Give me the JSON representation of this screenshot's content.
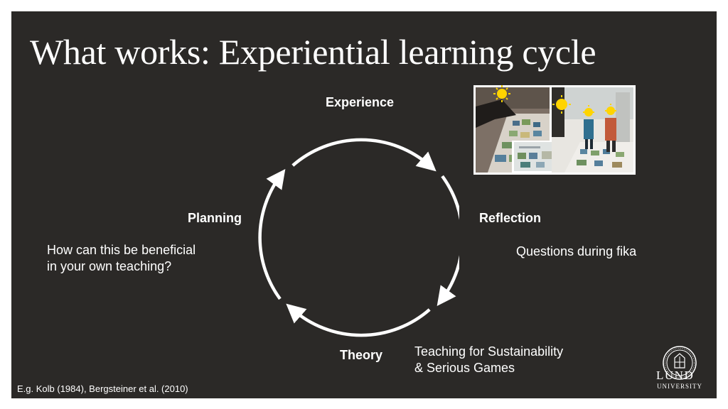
{
  "title": "What works: Experiential learning cycle",
  "cycle": {
    "experience": "Experience",
    "reflection": "Reflection",
    "theory": "Theory",
    "planning": "Planning"
  },
  "notes": {
    "planning_line1": "How can this be beneficial",
    "planning_line2": "in your own teaching?",
    "reflection": "Questions during fika",
    "theory_line1": "Teaching for Sustainability",
    "theory_line2": "& Serious Games"
  },
  "citation": "E.g. Kolb (1984), Bergsteiner et al. (2010)",
  "logo": {
    "name": "LUND",
    "subtitle": "UNIVERSITY"
  },
  "colors": {
    "background": "#2b2927",
    "text": "#ffffff"
  }
}
